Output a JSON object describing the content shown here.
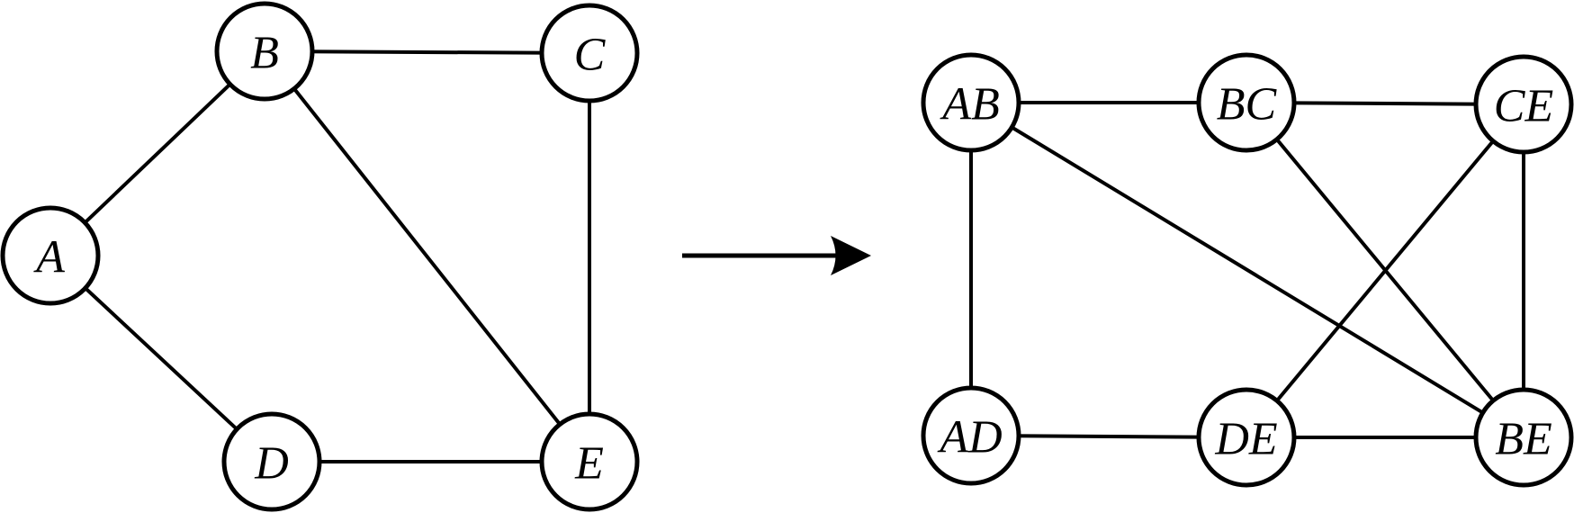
{
  "left_graph": {
    "nodes": [
      {
        "id": "A",
        "label": "A"
      },
      {
        "id": "B",
        "label": "B"
      },
      {
        "id": "C",
        "label": "C"
      },
      {
        "id": "D",
        "label": "D"
      },
      {
        "id": "E",
        "label": "E"
      }
    ],
    "edges": [
      [
        "A",
        "B"
      ],
      [
        "A",
        "D"
      ],
      [
        "B",
        "C"
      ],
      [
        "B",
        "E"
      ],
      [
        "C",
        "E"
      ],
      [
        "D",
        "E"
      ]
    ]
  },
  "right_graph": {
    "nodes": [
      {
        "id": "AB",
        "label": "AB"
      },
      {
        "id": "BC",
        "label": "BC"
      },
      {
        "id": "CE",
        "label": "CE"
      },
      {
        "id": "AD",
        "label": "AD"
      },
      {
        "id": "DE",
        "label": "DE"
      },
      {
        "id": "BE",
        "label": "BE"
      }
    ],
    "edges": [
      [
        "AB",
        "BC"
      ],
      [
        "BC",
        "CE"
      ],
      [
        "AB",
        "AD"
      ],
      [
        "AB",
        "BE"
      ],
      [
        "BC",
        "BE"
      ],
      [
        "CE",
        "DE"
      ],
      [
        "CE",
        "BE"
      ],
      [
        "AD",
        "DE"
      ],
      [
        "DE",
        "BE"
      ]
    ]
  },
  "colors": {
    "stroke": "#000000",
    "node_fill": "#ffffff",
    "background": "#ffffff"
  }
}
